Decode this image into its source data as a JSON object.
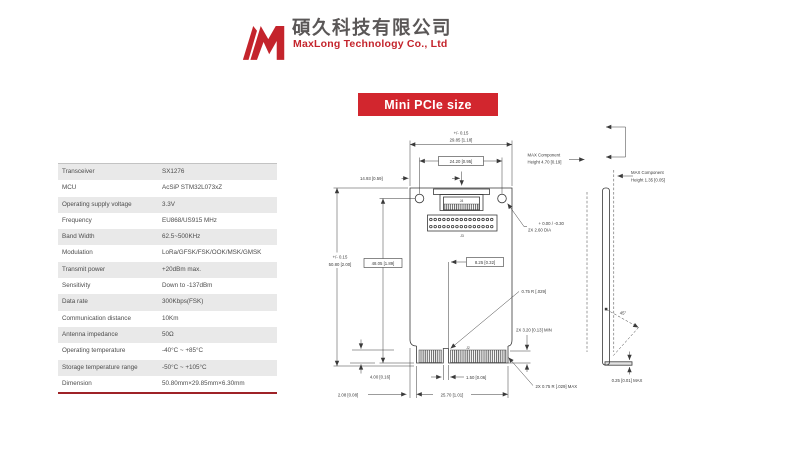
{
  "header": {
    "company_zh": "碩久科技有限公司",
    "company_en": "MaxLong Technology Co., Ltd"
  },
  "banner": {
    "label": "Mini PCIe size"
  },
  "spec_table": {
    "rows": [
      {
        "label": "Transceiver",
        "value": "SX1276"
      },
      {
        "label": "MCU",
        "value": "AcSiP STM32L073xZ"
      },
      {
        "label": "Operating supply voltage",
        "value": "3.3V"
      },
      {
        "label": "Frequency",
        "value": "EU868/US915 MHz"
      },
      {
        "label": "Band Width",
        "value": "62.5~500KHz"
      },
      {
        "label": "Modulation",
        "value": "LoRa/GFSK/FSK/OOK/MSK/GMSK"
      },
      {
        "label": "Transmit power",
        "value": "+20dBm max."
      },
      {
        "label": "Sensitivity",
        "value": "Down to -137dBm"
      },
      {
        "label": "Data rate",
        "value": "300Kbps(FSK)"
      },
      {
        "label": "Communication distance",
        "value": "10Km"
      },
      {
        "label": "Antenna impedance",
        "value": "50Ω"
      },
      {
        "label": "Operating temperature",
        "value": "-40°C ~ +85°C"
      },
      {
        "label": "Storage temperature range",
        "value": "-50°C ~ +105°C"
      },
      {
        "label": "Dimension",
        "value": "50.80mm×29.85mm×6.30mm"
      }
    ]
  },
  "drawing": {
    "connectors": {
      "j4": "J4",
      "j3": "J3",
      "j2": "J2"
    },
    "labels": {
      "tol_top": "+/- 0.15",
      "dim_width": "29.85 [1.18]",
      "dim_hole_span": "24.20 [0.95]",
      "dim_half": "14.93 [0.59]",
      "tol_left": "+/- 0.15",
      "dim_height": "50.80 [2.00]",
      "dim_inner_height": "48.05 [1.89]",
      "dim_key_offset": "8.25 [0.32]",
      "hole_tol": "+ 0.00 / -0.30",
      "hole_dia": "2X 2.60 DIA",
      "key_radius": "0.75 R [.029]",
      "dim_pad_min": "2X 3.20 [0.13] MIN",
      "corner_radius_max": "2X 0.75 R [.029] MAX",
      "dim_step": "4.00 [0.16]",
      "dim_edge_offset": "2.08 [0.08]",
      "dim_conn_width": "25.70 [1.01]",
      "dim_key_width": "1.50 [0.06]",
      "max_comp_left_l1": "MAX Component",
      "max_comp_left_l2": "Height 4.70 [0.19]",
      "max_comp_right_l1": "MAX Component",
      "max_comp_right_l2": "Height 1.35 [0.05]",
      "angle": "45°",
      "dim_foot": "0.25 [0.01] MAX"
    }
  },
  "colors": {
    "accent_red": "#d2262e",
    "logo_red": "#c4242c",
    "table_bottom_line": "#9e2227",
    "table_stripe": "#e9e9e9",
    "drawing_line": "#3a3a3a",
    "text_gray": "#4c4c4c"
  }
}
